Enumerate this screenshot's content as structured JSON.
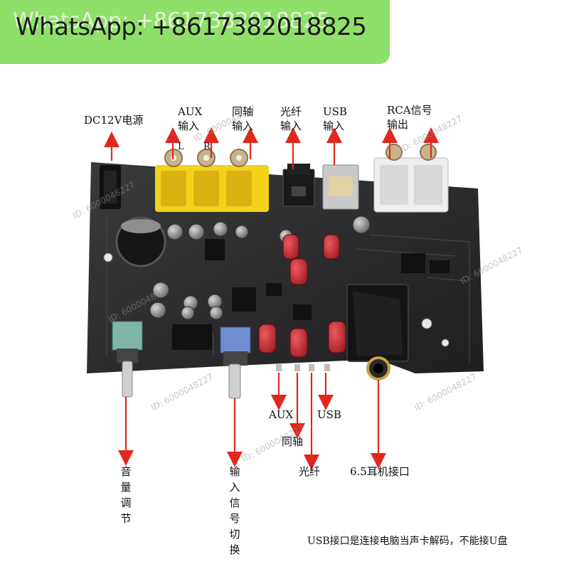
{
  "banner": {
    "text": "WhatsApp: +8617382018825",
    "ghost_text": "WhatsApp: +8617382018825"
  },
  "labels": {
    "dc_power": "DC12V电源",
    "aux_in_1": "AUX",
    "aux_in_2": "输入",
    "aux_l": "L",
    "aux_r": "R",
    "coax_in_1": "同轴",
    "coax_in_2": "输入",
    "optical_in_1": "光纤",
    "optical_in_2": "输入",
    "usb_in_1": "USB",
    "usb_in_2": "输入",
    "rca_out_1": "RCA信号",
    "rca_out_2": "输出",
    "aux_led": "AUX",
    "usb_led": "USB",
    "coax_led": "同轴",
    "optical_led": "光纤",
    "headphone": "6.5耳机接口",
    "volume": [
      "音",
      "量",
      "调",
      "节"
    ],
    "input_switch": [
      "输",
      "入",
      "信",
      "号",
      "切",
      "换"
    ],
    "usb_note": "USB接口是连接电脑当声卡解码，不能接U盘"
  },
  "watermarks": [
    "ID: 6000048227",
    "ID: 6000048227",
    "ID: 6000048227",
    "ID: 6000048227",
    "ID: 6000048227",
    "ID: 6000048227",
    "ID: 6000048227",
    "ID: 6000048227"
  ],
  "colors": {
    "banner": "#8fe06a",
    "arrow": "#e0281e",
    "pcb": "#2b2b2d",
    "rca_yellow": "#f2d21b",
    "rca_white": "#eeeeee",
    "capacitor_red": "#c8232c"
  },
  "icons": [
    "arrow-icon",
    "circuit-board"
  ]
}
